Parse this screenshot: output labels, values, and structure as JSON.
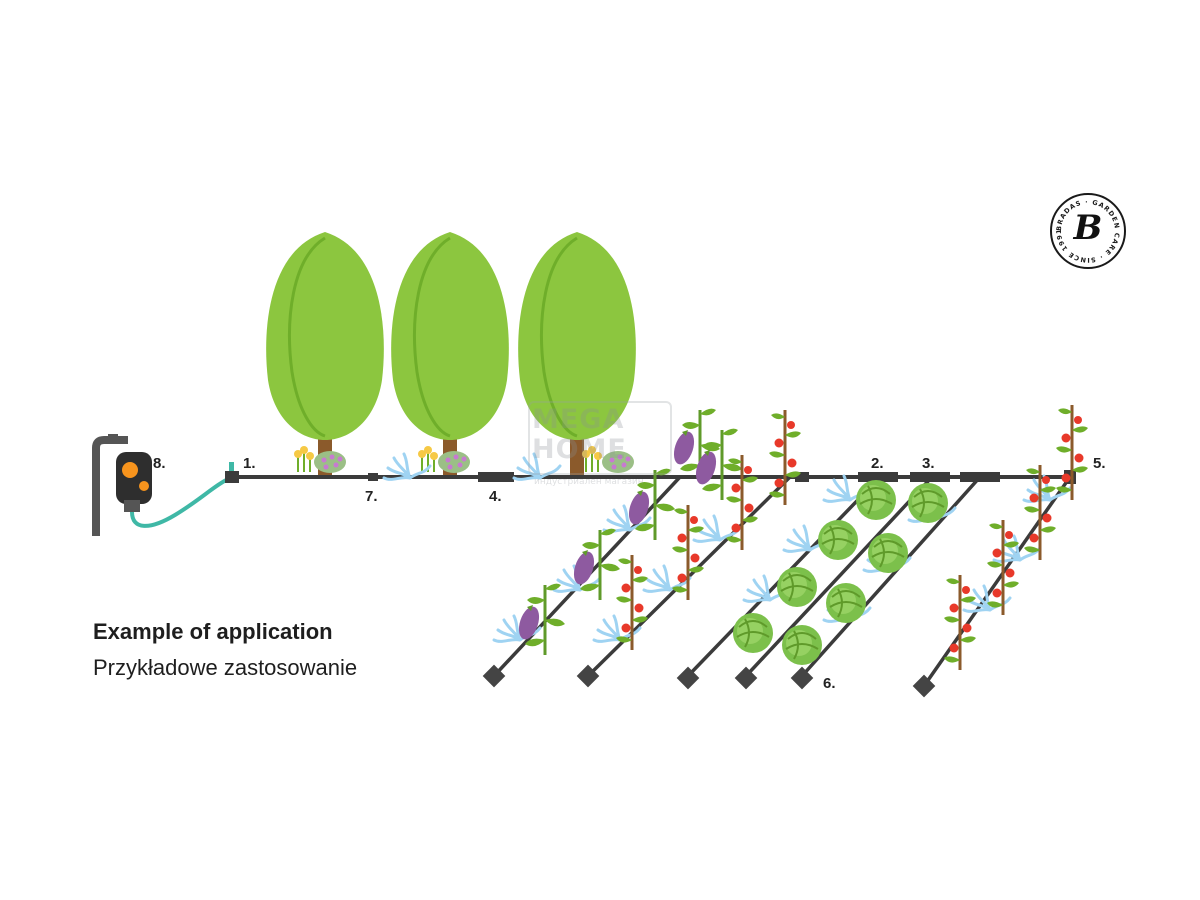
{
  "caption": {
    "title_en": "Example of application",
    "title_pl": "Przykładowe zastosowanie"
  },
  "callouts": {
    "n1": "1.",
    "n2": "2.",
    "n3": "3.",
    "n4": "4.",
    "n5": "5.",
    "n6": "6.",
    "n7": "7.",
    "n8": "8."
  },
  "logo": {
    "letter": "B",
    "ring_text": "BRADAS · GARDEN CARE · SINCE 1991 ·"
  },
  "watermark": {
    "text": "MEGA HOME",
    "subtext": "индустриален магазин"
  },
  "colors": {
    "tree": "#8cc63f",
    "tree_dark": "#6fae2a",
    "trunk": "#8b5a2b",
    "pipe": "#3b3b3b",
    "hose": "#3fb8a6",
    "spray": "#9fd3f2",
    "tomato": "#e8392a",
    "eggplant": "#8e5aa0",
    "cabbage": "#7cc04b",
    "timer_orange": "#f7941d"
  }
}
